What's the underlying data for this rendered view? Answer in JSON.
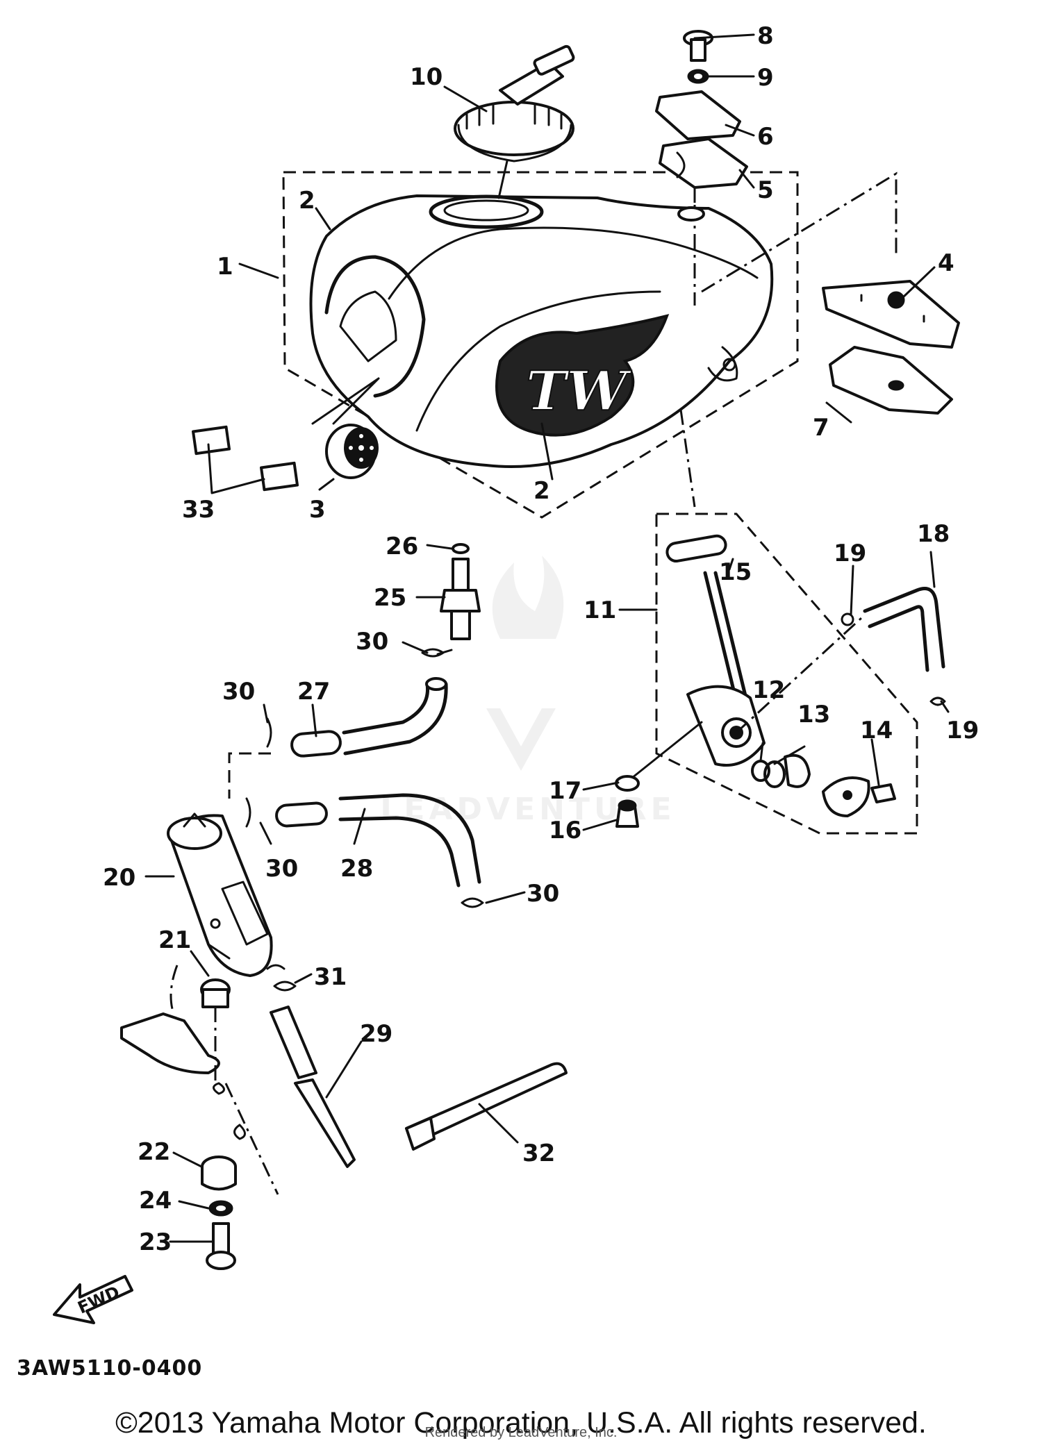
{
  "callouts": [
    {
      "id": "c1",
      "label": "1"
    },
    {
      "id": "c2a",
      "label": "2"
    },
    {
      "id": "c2b",
      "label": "2"
    },
    {
      "id": "c3",
      "label": "3"
    },
    {
      "id": "c4",
      "label": "4"
    },
    {
      "id": "c5",
      "label": "5"
    },
    {
      "id": "c6",
      "label": "6"
    },
    {
      "id": "c7",
      "label": "7"
    },
    {
      "id": "c8",
      "label": "8"
    },
    {
      "id": "c9",
      "label": "9"
    },
    {
      "id": "c10",
      "label": "10"
    },
    {
      "id": "c11",
      "label": "11"
    },
    {
      "id": "c12",
      "label": "12"
    },
    {
      "id": "c13",
      "label": "13"
    },
    {
      "id": "c14",
      "label": "14"
    },
    {
      "id": "c15",
      "label": "15"
    },
    {
      "id": "c16",
      "label": "16"
    },
    {
      "id": "c17",
      "label": "17"
    },
    {
      "id": "c18",
      "label": "18"
    },
    {
      "id": "c19a",
      "label": "19"
    },
    {
      "id": "c19b",
      "label": "19"
    },
    {
      "id": "c20",
      "label": "20"
    },
    {
      "id": "c21",
      "label": "21"
    },
    {
      "id": "c22",
      "label": "22"
    },
    {
      "id": "c23",
      "label": "23"
    },
    {
      "id": "c24",
      "label": "24"
    },
    {
      "id": "c25",
      "label": "25"
    },
    {
      "id": "c26",
      "label": "26"
    },
    {
      "id": "c27",
      "label": "27"
    },
    {
      "id": "c28",
      "label": "28"
    },
    {
      "id": "c29",
      "label": "29"
    },
    {
      "id": "c30a",
      "label": "30"
    },
    {
      "id": "c30b",
      "label": "30"
    },
    {
      "id": "c30c",
      "label": "30"
    },
    {
      "id": "c30d",
      "label": "30"
    },
    {
      "id": "c31",
      "label": "31"
    },
    {
      "id": "c32",
      "label": "32"
    },
    {
      "id": "c33",
      "label": "33"
    }
  ],
  "fwd_arrow_label": "FWD",
  "tank_logo_text": "TW",
  "diagram_code": "3AW5110-0400",
  "copyright": "©2013 Yamaha Motor Corporation, U.S.A. All rights reserved.",
  "rendered_by": "Rendered by LeadVenture, Inc.",
  "watermark_text": "LEADVENTURE"
}
